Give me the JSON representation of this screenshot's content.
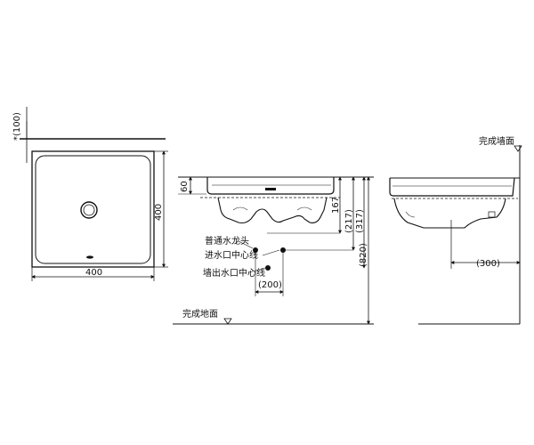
{
  "plan_view": {
    "dim_top_offset": "*(100)",
    "dim_width": "400",
    "dim_depth": "400"
  },
  "front_view": {
    "dim_rim": "60",
    "dim_167": "167",
    "dim_217": "(217)",
    "dim_317": "(317)",
    "dim_820": "(820)",
    "dim_200": "(200)",
    "faucet_label": "普通水龙头",
    "inlet_label": "进水口中心线",
    "wall_outlet_label": "墙出水口中心线",
    "floor_label": "完成地面"
  },
  "side_view": {
    "wall_label": "完成墙面",
    "dim_300": "(300)"
  }
}
